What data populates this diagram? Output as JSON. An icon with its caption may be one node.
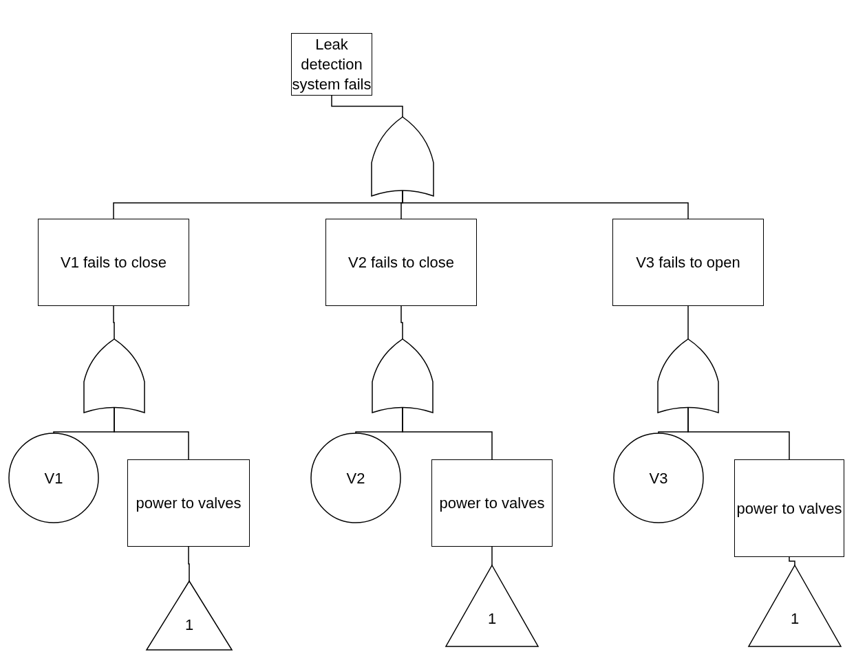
{
  "diagram": {
    "nodes": [
      {
        "text": [
          "Leak detection system fails"
        ]
      },
      {
        "text": [],
        "shape": "gate"
      },
      {
        "text": [
          "V1 fails to close"
        ]
      },
      {
        "text": [
          "V2 fails to close"
        ]
      },
      {
        "text": [
          "V3 fails to open"
        ]
      },
      {
        "text": [],
        "shape": "gate"
      },
      {
        "text": [
          "V1"
        ]
      },
      {
        "text": [
          "power to valves"
        ]
      },
      {
        "text": [
          "1"
        ]
      },
      {
        "text": [],
        "shape": "gate"
      },
      {
        "text": [
          "V2"
        ]
      },
      {
        "text": [
          "power to valves"
        ]
      },
      {
        "text": [
          "1"
        ]
      },
      {
        "text": [],
        "shape": "gate"
      },
      {
        "text": [
          "V3"
        ]
      },
      {
        "text": [
          "power to valves"
        ]
      },
      {
        "text": [
          "1"
        ]
      }
    ],
    "edges": [
      {
        "from": 0,
        "to": 1,
        "arrow": "none"
      },
      {
        "from": 1,
        "to": 2,
        "arrow": "none"
      },
      {
        "from": 1,
        "to": 3,
        "arrow": "none"
      },
      {
        "from": 1,
        "to": 4,
        "arrow": "none"
      },
      {
        "from": 2,
        "to": 5,
        "arrow": "none"
      },
      {
        "from": 5,
        "to": 6,
        "arrow": "none"
      },
      {
        "from": 5,
        "to": 7,
        "arrow": "none"
      },
      {
        "from": 7,
        "to": 8,
        "arrow": "none"
      },
      {
        "from": 3,
        "to": 9,
        "arrow": "none"
      },
      {
        "from": 9,
        "to": 10,
        "arrow": "none"
      },
      {
        "from": 9,
        "to": 11,
        "arrow": "none"
      },
      {
        "from": 11,
        "to": 12,
        "arrow": "none"
      },
      {
        "from": 4,
        "to": 13,
        "arrow": "none"
      },
      {
        "from": 13,
        "to": 14,
        "arrow": "none"
      },
      {
        "from": 13,
        "to": 15,
        "arrow": "none"
      },
      {
        "from": 15,
        "to": 16,
        "arrow": "none"
      }
    ]
  }
}
